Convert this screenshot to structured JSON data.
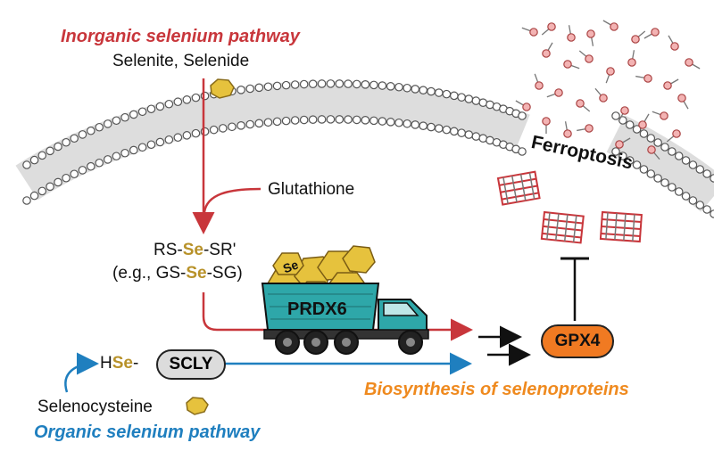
{
  "inorganic": {
    "title": "Inorganic selenium pathway",
    "source": "Selenite, Selenide"
  },
  "glutathione": "Glutathione",
  "intermediate": {
    "line1": {
      "a": "RS-",
      "se": "Se",
      "b": "-SR'"
    },
    "line2": {
      "a": "(e.g., GS-",
      "se": "Se",
      "b": "-SG)"
    }
  },
  "truck": {
    "cargo_label": "Se",
    "protein": "PRDX6"
  },
  "organic": {
    "hse_h": "H",
    "hse_se": "Se",
    "hse_dash": "-",
    "enzyme": "SCLY",
    "source": "Selenocysteine",
    "title": "Organic selenium pathway"
  },
  "ferroptosis": "Ferroptosis",
  "gpx4": "GPX4",
  "biosynthesis": "Biosynthesis of selenoproteins",
  "colors": {
    "inorganic_arrow": "#c8363b",
    "organic_arrow": "#1f7fbf",
    "selenium": "#b8922a",
    "gpx4": "#f07a22",
    "truck": "#2ea7a9"
  }
}
